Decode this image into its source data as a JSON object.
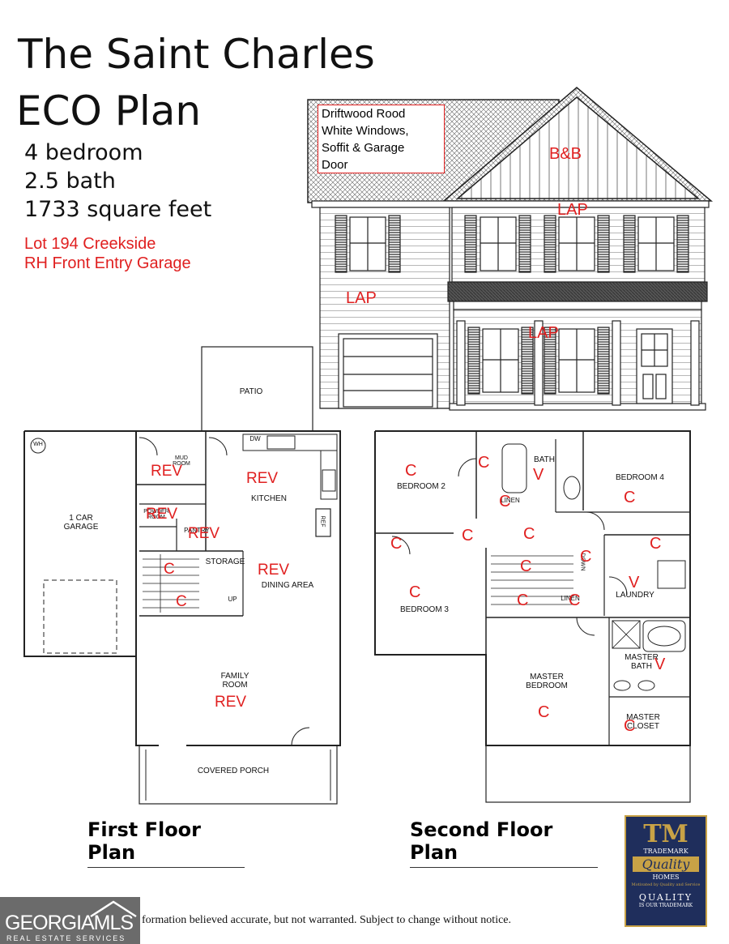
{
  "header": {
    "title_line1": "The Saint Charles",
    "title_line2": "ECO Plan",
    "bedrooms": "4 bedroom",
    "baths": "2.5 bath",
    "sqft": "1733 square feet",
    "lot": "Lot 194 Creekside",
    "garage": "RH Front Entry Garage"
  },
  "elevation": {
    "note_line1": "Driftwood Rood",
    "note_line2": "White Windows,",
    "note_line3": "Soffit & Garage",
    "note_line4": "Door",
    "gable_code": "B&B",
    "upper_code": "LAP",
    "left_code": "LAP",
    "porch_code": "LAP"
  },
  "first_floor": {
    "label": "First Floor Plan",
    "patio": "PATIO",
    "wh": "WH",
    "garage": "1 CAR\nGARAGE",
    "mud": "MUD\nROOM",
    "powder": "POWDER\nROOM",
    "pantry": "PANTRY",
    "storage": "STORAGE",
    "kitchen": "KITCHEN",
    "dining": "DINING AREA",
    "family": "FAMILY\nROOM",
    "porch": "COVERED PORCH",
    "dw": "DW",
    "ref": "REF",
    "up": "UP",
    "codes": {
      "mud": "REV",
      "powder": "REV",
      "pantry": "REV",
      "kitchen": "REV",
      "dining": "REV",
      "family": "REV",
      "stair1": "C",
      "stair2": "C"
    }
  },
  "second_floor": {
    "label": "Second Floor Plan",
    "bedroom2": "BEDROOM 2",
    "bedroom3": "BEDROOM 3",
    "bedroom4": "BEDROOM 4",
    "bath": "BATH",
    "linen1": "LINEN",
    "linen2": "LINEN",
    "laundry": "LAUNDRY",
    "master_bedroom": "MASTER\nBEDROOM",
    "master_bath": "MASTER\nBATH",
    "master_closet": "MASTER\nCLOSET",
    "down": "DOWN",
    "codes": {
      "c": "C",
      "v": "V"
    }
  },
  "footer": {
    "disclaimer": "formation believed accurate, but not warranted. Subject to change without notice.",
    "mls_name": "GEORGIAMLS",
    "mls_sub": "REAL ESTATE SERVICES",
    "logo_mark": "TM",
    "logo_line1": "TRADEMARK",
    "logo_line2": "Quality",
    "logo_line3": "HOMES",
    "logo_tag": "Motivated by Quality and Service",
    "logo_quality": "QUALITY",
    "logo_trademark": "IS OUR TRADEMARK"
  },
  "colors": {
    "red": "#e02020",
    "navy": "#1f2e5c",
    "gold": "#c8a246"
  }
}
